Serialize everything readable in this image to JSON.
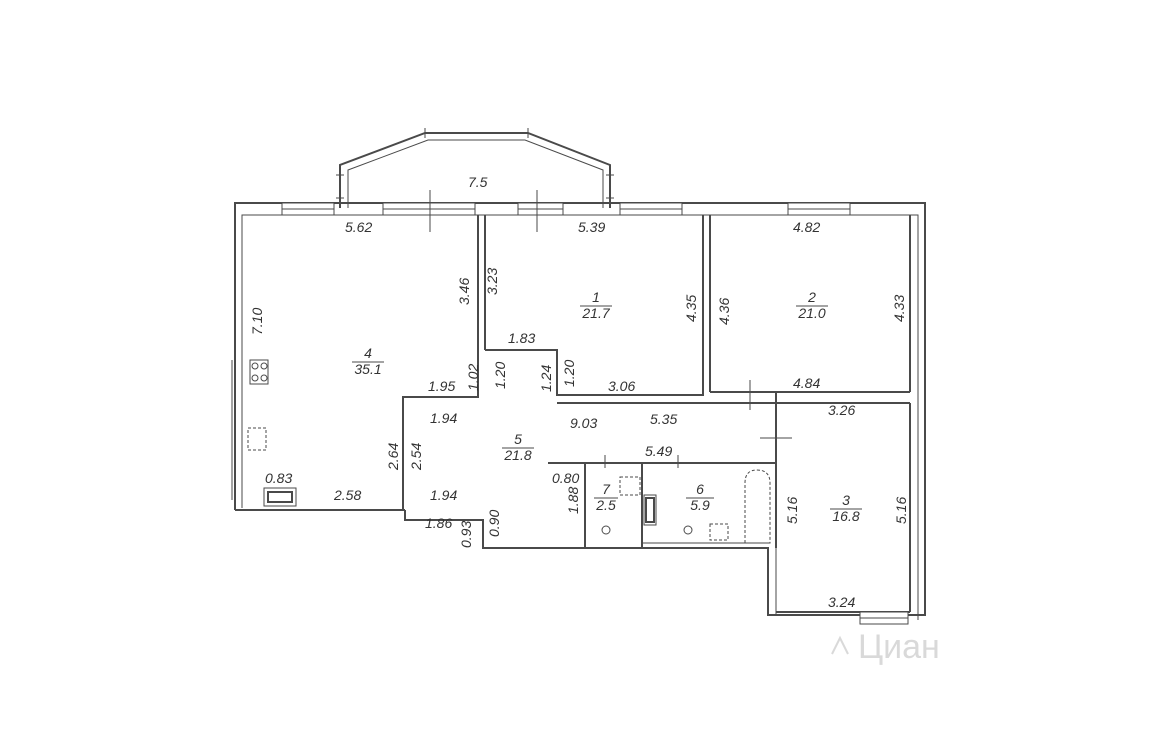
{
  "rooms": [
    {
      "id": "1",
      "number": "1",
      "area": "21.7"
    },
    {
      "id": "2",
      "number": "2",
      "area": "21.0"
    },
    {
      "id": "3",
      "number": "3",
      "area": "16.8"
    },
    {
      "id": "4",
      "number": "4",
      "area": "35.1"
    },
    {
      "id": "5",
      "number": "5",
      "area": "21.8"
    },
    {
      "id": "6",
      "number": "6",
      "area": "5.9"
    },
    {
      "id": "7",
      "number": "7",
      "area": "2.5"
    }
  ],
  "dimensions": [
    "7.5",
    "5.62",
    "5.39",
    "4.82",
    "3.46",
    "3.23",
    "4.35",
    "4.36",
    "4.33",
    "7.10",
    "1.83",
    "1.02",
    "1.20",
    "1.24",
    "1.20",
    "1.95",
    "3.06",
    "4.84",
    "1.94",
    "9.03",
    "5.35",
    "3.26",
    "2.64",
    "2.54",
    "5.49",
    "0.80",
    "0.83",
    "2.58",
    "1.94",
    "1.88",
    "5.16",
    "5.16",
    "1.86",
    "0.93",
    "0.90",
    "3.24"
  ],
  "watermark": "Циан",
  "icons": {
    "stove": "stove-icon",
    "sink": "sink-icon",
    "bathtub": "bathtub-icon",
    "toilet": "toilet-icon",
    "washbasin": "washbasin-icon"
  }
}
